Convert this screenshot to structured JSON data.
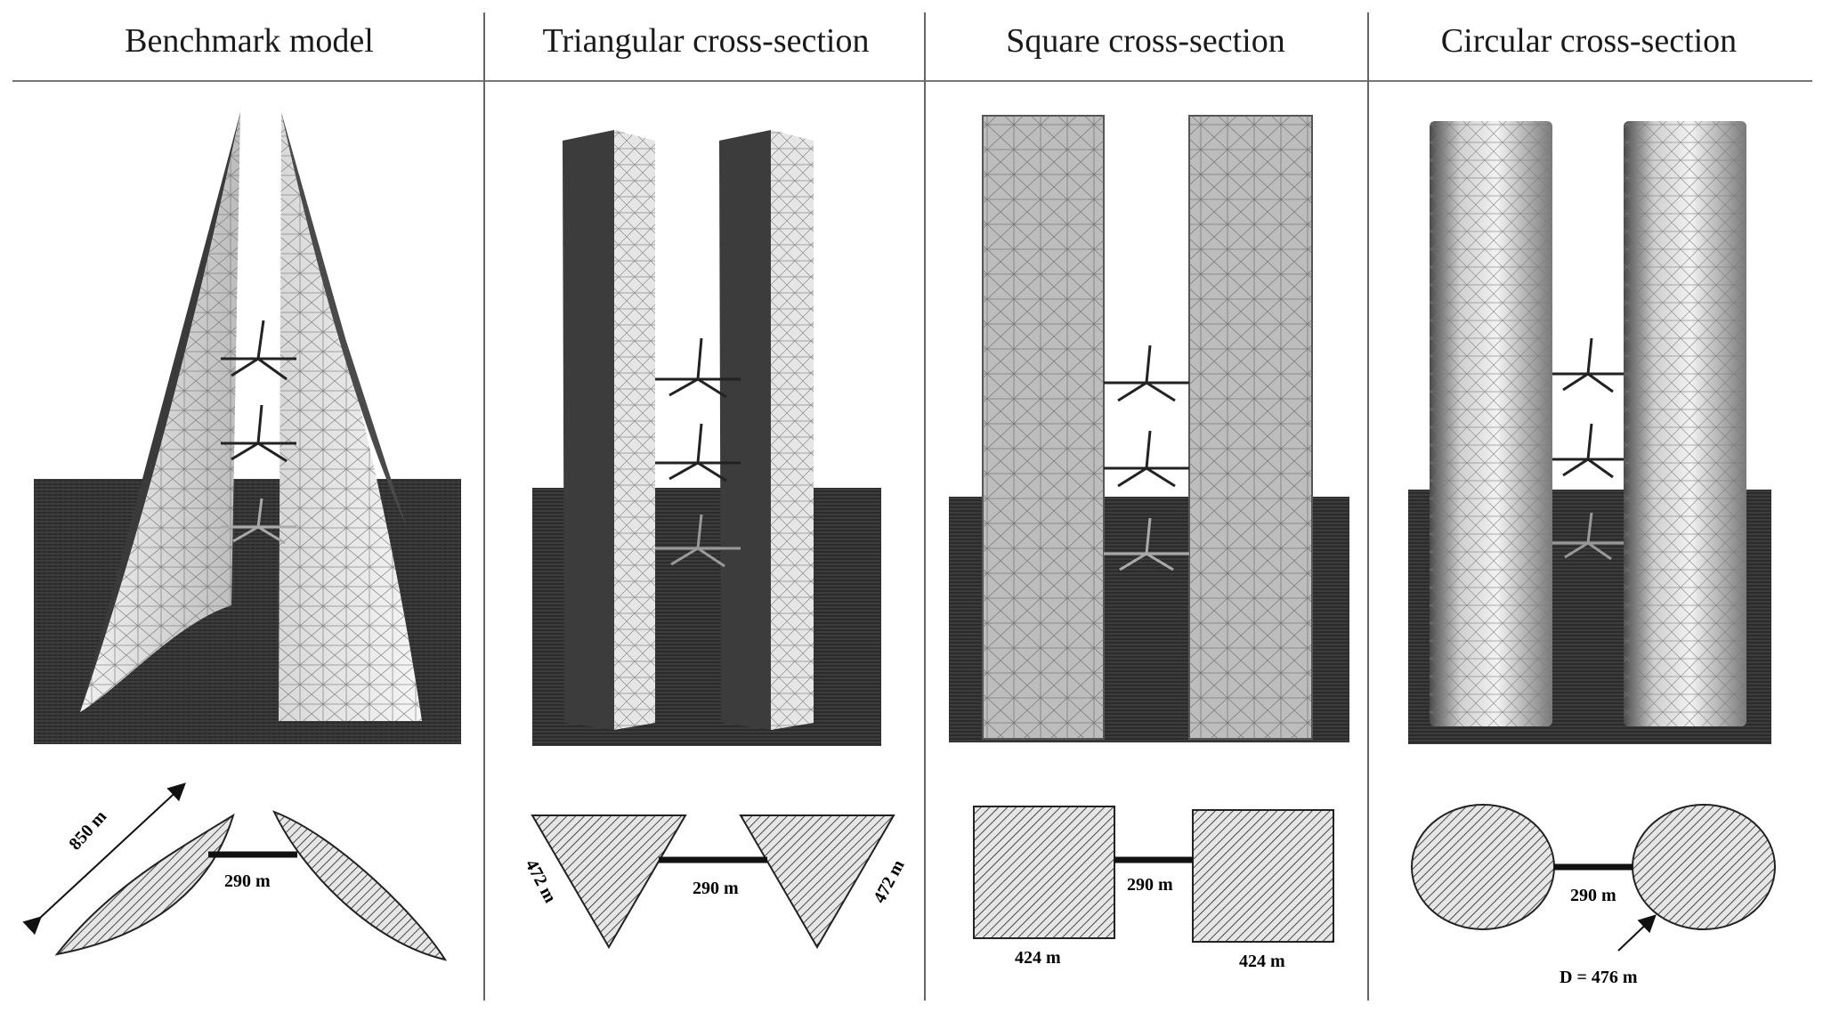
{
  "columns": [
    {
      "title": "Benchmark model",
      "plan_labels": [
        "850 m",
        "290 m"
      ]
    },
    {
      "title": "Triangular cross-section",
      "plan_labels": [
        "472 m",
        "290 m",
        "472 m"
      ]
    },
    {
      "title": "Square cross-section",
      "plan_labels": [
        "290 m",
        "424 m",
        "424 m"
      ]
    },
    {
      "title": "Circular cross-section",
      "plan_labels": [
        "290 m",
        "D = 476 m"
      ]
    }
  ],
  "colors": {
    "ground": "#2a2a2a",
    "surface_light": "#e9e9e9",
    "surface_dark": "#3c3c3c",
    "surface_gray": "#bdbdbd",
    "mesh": "#555555"
  }
}
